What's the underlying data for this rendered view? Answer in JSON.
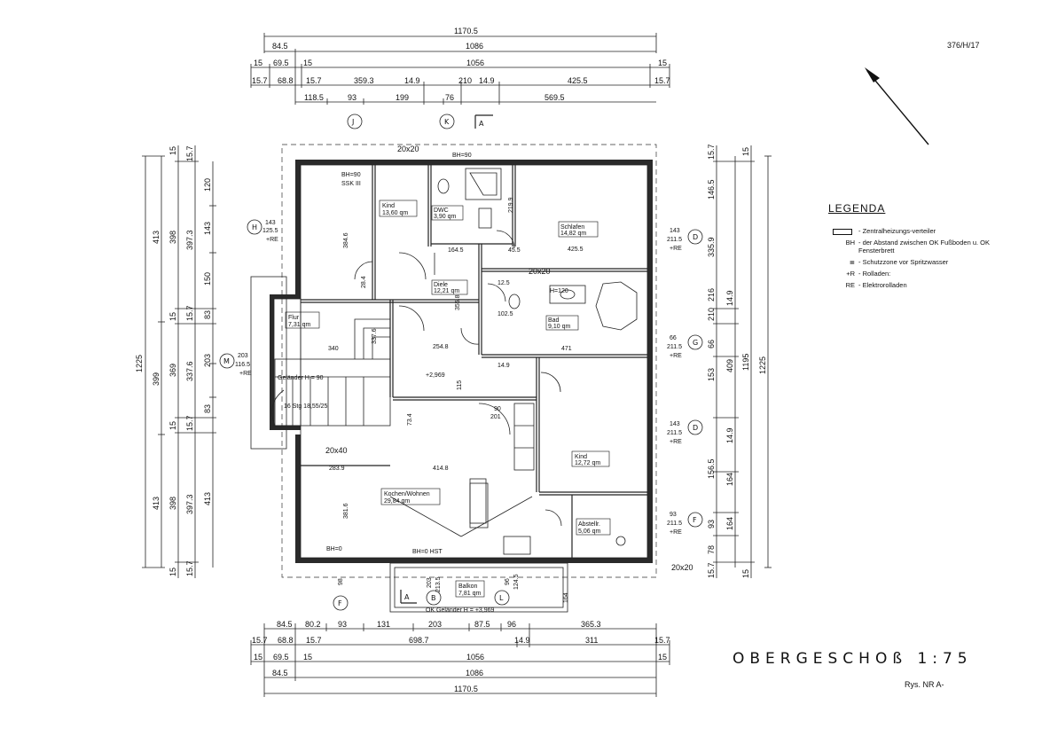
{
  "drawing": {
    "ref_code": "376/H/17",
    "title": "OBERGESCHOß 1:75",
    "subtitle": "Rys. NR A-"
  },
  "legend": {
    "title": "LEGENDA",
    "items": [
      {
        "key": "",
        "text": "- Zentralheizungs-verteiler"
      },
      {
        "key": "BH",
        "text": "- der Abstand zwischen OK Fußboden u. OK Fensterbrett"
      },
      {
        "key": "",
        "text": "- Schutzzone vor Spritzwasser"
      },
      {
        "key": "+R",
        "text": "- Rolladen:"
      },
      {
        "key": "RE",
        "text": "- Elektrorolladen"
      }
    ]
  },
  "rooms": {
    "kind1": {
      "name": "Kind",
      "area": "13,60 qm"
    },
    "dwc": {
      "name": "DWC",
      "area": "3,90 qm"
    },
    "schlafen": {
      "name": "Schlafen",
      "area": "14,82 qm"
    },
    "diele": {
      "name": "Diele",
      "area": "12,21 qm"
    },
    "flur": {
      "name": "Flur",
      "area": "7,31 qm"
    },
    "bad": {
      "name": "Bad",
      "area": "9,10 qm"
    },
    "kind2": {
      "name": "Kind",
      "area": "12,72 qm"
    },
    "kochen": {
      "name": "Kochen/Wohnen",
      "area": "29,84 qm"
    },
    "abstell": {
      "name": "Abstellr.",
      "area": "5,06 qm"
    },
    "balkon": {
      "name": "Balkon",
      "area": "7,81 qm"
    }
  },
  "dims_top": {
    "row1": [
      "1170.5"
    ],
    "row2": [
      "84.5",
      "1086"
    ],
    "row3": [
      "15",
      "69.5",
      "15",
      "1056",
      "15"
    ],
    "row4": [
      "15.7",
      "68.8",
      "15.7",
      "359.3",
      "14.9",
      "210",
      "14.9",
      "425.5",
      "15.7"
    ],
    "row5": [
      "118.5",
      "93",
      "199",
      "76",
      "569.5"
    ]
  },
  "dims_bottom": {
    "row1": [
      "84.5",
      "80.2",
      "93",
      "131",
      "203",
      "87.5",
      "96",
      "365.3"
    ],
    "row2": [
      "15.7",
      "68.8",
      "15.7",
      "698.7",
      "14.9",
      "311",
      "15.7"
    ],
    "row3": [
      "15",
      "69.5",
      "15",
      "1056",
      "15"
    ],
    "row4": [
      "84.5",
      "1086"
    ],
    "row5": [
      "1170.5"
    ]
  },
  "dims_left": {
    "outer": "1225",
    "row2": [
      "413",
      "399",
      "413"
    ],
    "row3": [
      "15",
      "398",
      "15",
      "369",
      "15",
      "398",
      "15"
    ],
    "row4": [
      "15.7",
      "397.3",
      "15.7",
      "337.6",
      "15.7",
      "397.3",
      "15.7"
    ],
    "row5": [
      "120",
      "143",
      "150",
      "83",
      "203",
      "83",
      "413"
    ]
  },
  "dims_right": {
    "outer": "1225",
    "row2": [
      "1195",
      "15"
    ],
    "row3": [
      "15.7",
      "335.9",
      "14.9",
      "409",
      "14.9",
      "164",
      "15.7"
    ],
    "row4": [
      "146.5",
      "216",
      "210",
      "66",
      "153",
      "156.5",
      "93",
      "78"
    ]
  },
  "refs": [
    "J",
    "K",
    "H",
    "M",
    "D",
    "G",
    "D",
    "F",
    "F",
    "B",
    "L"
  ],
  "section_mark": "A",
  "interior_labels": {
    "bh90": "BH=90",
    "ssk": "SSK III",
    "d20x20_top": "20x20",
    "d20x20_mid": "20x20",
    "d20x20_br": "20x20",
    "d20x40": "20x40",
    "gelaender": "Geländer H = 90",
    "stairs": "16 Stg 18,55/25",
    "elev": "+2,969",
    "balkon_rail": "OK Geländer H = +3,969",
    "w4255": "425.5",
    "w471": "471",
    "w340": "340",
    "w2548": "254.8",
    "w2839": "283.9",
    "w4148": "414.8",
    "w3846": "384.6",
    "w3816": "381.6",
    "w3376": "337.6",
    "w1645": "164.5",
    "w455": "45.5",
    "w2199": "219.9",
    "w3558": "355.8",
    "w125": "12.5",
    "w1025": "102.5",
    "w149": "14.9",
    "bh0": "BH=0",
    "bh0hst": "BH=0  HST",
    "h120": "H=120",
    "n90": "90",
    "n201": "201",
    "n28": "28.4",
    "n115": "115",
    "n734": "73.4",
    "n164": "164",
    "n143": "143",
    "n1255": "125.5",
    "n2115": "211.5",
    "re": "+RE",
    "n66": "66",
    "n93": "93",
    "n96": "96",
    "n203": "203",
    "n1165": "116.5",
    "n1245": "124.5",
    "n2135": "213.5",
    "n98": "98"
  }
}
